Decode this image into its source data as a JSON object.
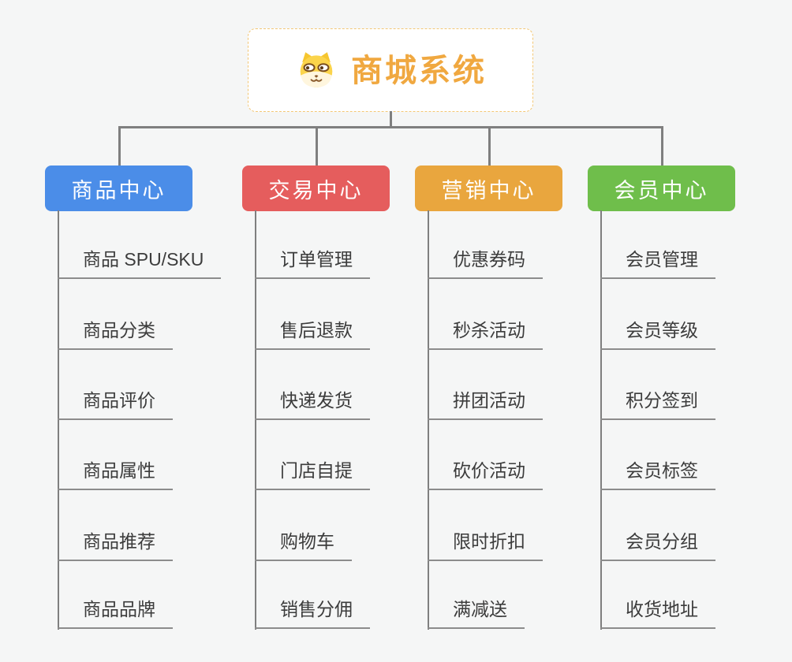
{
  "root": {
    "title": "商城系统",
    "icon": "dog-face-icon"
  },
  "branches": [
    {
      "label": "商品中心",
      "color": "#4B8DE8",
      "children": [
        "商品 SPU/SKU",
        "商品分类",
        "商品评价",
        "商品属性",
        "商品推荐",
        "商品品牌"
      ]
    },
    {
      "label": "交易中心",
      "color": "#E55D5D",
      "children": [
        "订单管理",
        "售后退款",
        "快递发货",
        "门店自提",
        "购物车",
        "销售分佣"
      ]
    },
    {
      "label": "营销中心",
      "color": "#E9A63E",
      "children": [
        "优惠券码",
        "秒杀活动",
        "拼团活动",
        "砍价活动",
        "限时折扣",
        "满减送"
      ]
    },
    {
      "label": "会员中心",
      "color": "#6FBE4B",
      "children": [
        "会员管理",
        "会员等级",
        "积分签到",
        "会员标签",
        "会员分组",
        "收货地址"
      ]
    }
  ],
  "colors": {
    "background": "#F5F6F6",
    "root_title": "#F0A840",
    "root_border": "#F3C775",
    "connector": "#7F7F7F",
    "underline": "#8C8C8C",
    "child_text": "#3C3C3C",
    "node_text": "#FFFFFF"
  }
}
